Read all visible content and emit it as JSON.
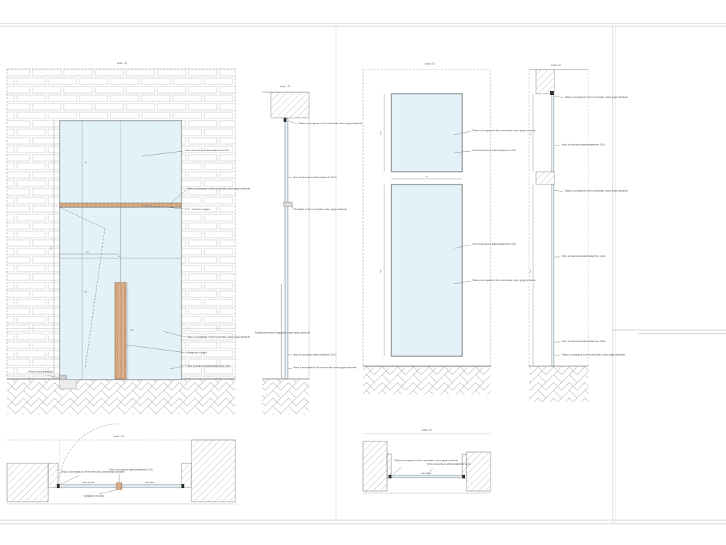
{
  "sheet": {
    "views": {
      "front_elevation": {
        "scale": "scala 1:20",
        "labels": {
          "upper_glass": "Vetro di sicurezza antisfondamento 10/11",
          "frame_upper": "Telaio a scomparsa in ferro verniciato colore grigio antracite",
          "transom": "Traverso in legno",
          "frame_lower": "Telaio a scomparsa in ferro verniciato colore grigio antracite",
          "handle": "Maniglione in legno",
          "lower_glass": "Vetro di sicurezza antisfondamento 10/11",
          "pivot": "Perno a terra incassato"
        },
        "dims": [
          "60",
          "60",
          "209",
          "80",
          "120",
          "261"
        ]
      },
      "section_1": {
        "scale": "scala 1:20",
        "labels": {
          "frame_top": "Telaio a scomparsa in ferro verniciato colore grigio antracite",
          "glass": "Vetro di sicurezza antisfondamento 10/11",
          "bracket": "Scatolato in ferro verniciato colore grigio antracite",
          "handle": "Maniglione esterno verniciato colore grigio antracite",
          "glass_bottom": "Vetro di sicurezza antisfondamento 10/11",
          "frame_bottom": "Telaio a scomparsa in ferro verniciato colore grigio antracite"
        }
      },
      "plan_1": {
        "scale": "scala 1:20",
        "labels": {
          "frame": "Telaio a scomparsa in ferro verniciato colore grigio antracite",
          "glass": "Vetro di sicurezza antisfondamento 10/11",
          "open_side": "anta apribile",
          "fixed_side": "anta fissa",
          "handle": "Maniglione in legno"
        }
      },
      "front_elevation_2": {
        "scale": "scala 1:20",
        "labels": {
          "frame_upper": "Telaio a scomparsa in ferro verniciato colore grigio antracite",
          "glass_upper": "Vetro di sicurezza antisfondamento 10/11",
          "glass_lower": "Vetro di sicurezza antisfondamento 10/11",
          "frame_lower": "Telaio a scomparsa in ferro verniciato colore grigio antracite"
        },
        "dims": [
          "90",
          "120",
          "190"
        ]
      },
      "section_2": {
        "scale": "scala 1:20",
        "labels": {
          "frame_top": "Telaio a scomparsa in ferro verniciato colore grigio antracite",
          "glass_top": "Vetro di sicurezza antisfondamento 10/11",
          "frame_mid": "Telaio a scomparsa in ferro verniciato colore grigio antracite",
          "glass_mid": "Vetro di sicurezza antisfondamento 10/11",
          "glass_bottom": "Vetro di sicurezza antisfondamento 10/11",
          "frame_bottom": "Telaio a scomparsa in ferro verniciato colore grigio antracite"
        },
        "dims": [
          "60",
          "190"
        ]
      },
      "plan_2": {
        "scale": "scala 1:20",
        "labels": {
          "frame": "Telaio a scomparsa in ferro verniciato colore grigio antracite",
          "glass": "Vetro di sicurezza antisfondamento 10/11",
          "fixed_side": "anta fissa"
        }
      }
    }
  },
  "colors": {
    "glass": "#e3f1f8",
    "wood": "#d9b08c",
    "line": "#666666",
    "hatch": "#9a9a9a",
    "brick": "#e6e6e6"
  }
}
